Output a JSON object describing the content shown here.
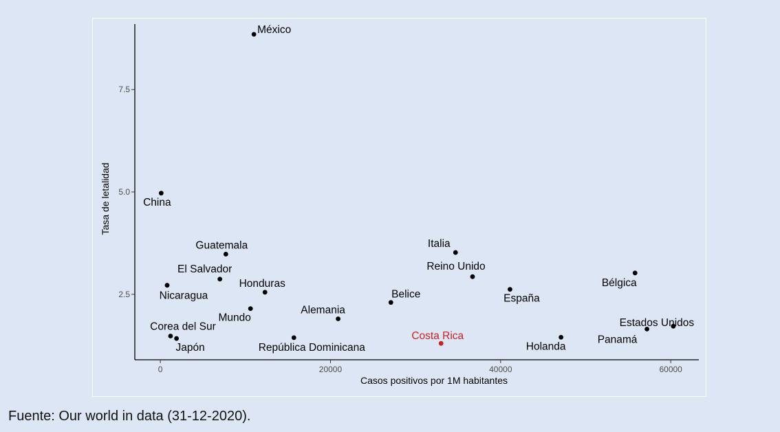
{
  "chart_data": {
    "type": "scatter",
    "xlabel": "Casos positivos por 1M habitantes",
    "ylabel": "Tasa de letalidad",
    "xlim": [
      -3000,
      63300
    ],
    "ylim": [
      0.9,
      9.1
    ],
    "x_ticks": [
      0,
      20000,
      40000,
      60000
    ],
    "x_tick_labels": [
      "0",
      "20000",
      "40000",
      "60000"
    ],
    "y_ticks": [
      2.5,
      5.0,
      7.5
    ],
    "y_tick_labels": [
      "2.5",
      "5.0",
      "7.5"
    ],
    "grid": false,
    "legend": "none",
    "colors": {
      "default": "#000000",
      "highlight": "#cc1f1f"
    },
    "points": [
      {
        "name": "México",
        "x": 11000,
        "y": 8.85,
        "highlight": false
      },
      {
        "name": "China",
        "x": 100,
        "y": 4.97,
        "highlight": false
      },
      {
        "name": "Guatemala",
        "x": 7700,
        "y": 3.48,
        "highlight": false
      },
      {
        "name": "Italia",
        "x": 34700,
        "y": 3.52,
        "highlight": false
      },
      {
        "name": "Reino Unido",
        "x": 36700,
        "y": 2.93,
        "highlight": false
      },
      {
        "name": "El Salvador",
        "x": 7000,
        "y": 2.87,
        "highlight": false
      },
      {
        "name": "Nicaragua",
        "x": 800,
        "y": 2.72,
        "highlight": false
      },
      {
        "name": "Honduras",
        "x": 12300,
        "y": 2.55,
        "highlight": false
      },
      {
        "name": "Bélgica",
        "x": 55800,
        "y": 3.02,
        "highlight": false
      },
      {
        "name": "España",
        "x": 41100,
        "y": 2.62,
        "highlight": false
      },
      {
        "name": "Belice",
        "x": 27100,
        "y": 2.3,
        "highlight": false
      },
      {
        "name": "Mundo",
        "x": 10600,
        "y": 2.15,
        "highlight": false
      },
      {
        "name": "Alemania",
        "x": 20900,
        "y": 1.9,
        "highlight": false
      },
      {
        "name": "Corea del Sur",
        "x": 1200,
        "y": 1.48,
        "highlight": false
      },
      {
        "name": "Japón",
        "x": 1900,
        "y": 1.42,
        "highlight": false
      },
      {
        "name": "República Dominicana",
        "x": 15700,
        "y": 1.44,
        "highlight": false
      },
      {
        "name": "Costa Rica",
        "x": 33000,
        "y": 1.3,
        "highlight": true
      },
      {
        "name": "Holanda",
        "x": 47100,
        "y": 1.45,
        "highlight": false
      },
      {
        "name": "Estados Unidos",
        "x": 60300,
        "y": 1.72,
        "highlight": false
      },
      {
        "name": "Panamá",
        "x": 57200,
        "y": 1.65,
        "highlight": false
      }
    ]
  },
  "source_note": "Fuente: Our world in data (31-12-2020)."
}
